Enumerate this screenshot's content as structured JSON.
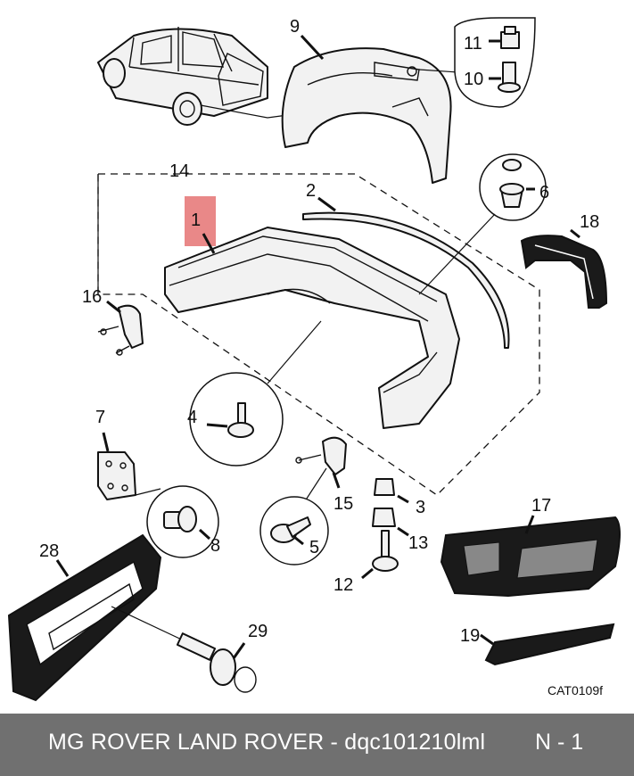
{
  "diagram": {
    "catalog_code": "CAT0109f",
    "callouts": {
      "p1": "1",
      "p2": "2",
      "p3": "3",
      "p4": "4",
      "p5": "5",
      "p6": "6",
      "p7": "7",
      "p8": "8",
      "p9": "9",
      "p10": "10",
      "p11": "11",
      "p12": "12",
      "p13": "13",
      "p14": "14",
      "p15": "15",
      "p16": "16",
      "p17": "17",
      "p18": "18",
      "p19": "19",
      "p28": "28",
      "p29": "29"
    },
    "highlight_color": "#e57373"
  },
  "footer": {
    "title": "MG ROVER LAND ROVER - dqc101210lml",
    "page": "N - 1",
    "background": "#707070"
  }
}
